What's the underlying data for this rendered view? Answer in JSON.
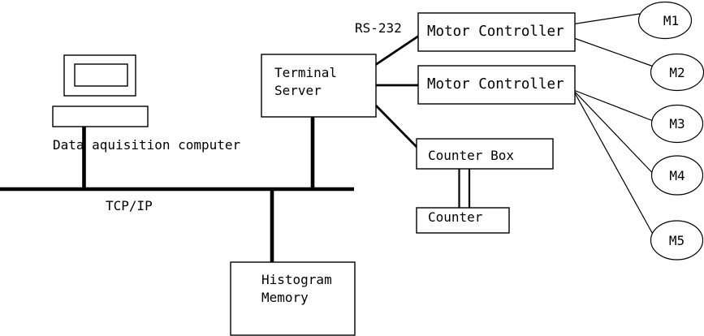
{
  "colors": {
    "stroke": "#000000",
    "background": "#ffffff"
  },
  "labels": {
    "rs232": "RS-232",
    "tcp_ip": "TCP/IP"
  },
  "nodes": {
    "data_acquisition_computer": {
      "label": "Data aquisition computer"
    },
    "terminal_server": {
      "line1": "Terminal",
      "line2": "Server"
    },
    "motor_controller_1": {
      "label": "Motor Controller"
    },
    "motor_controller_2": {
      "label": "Motor Controller"
    },
    "counter_box": {
      "label": "Counter Box"
    },
    "counter": {
      "label": "Counter"
    },
    "histogram_memory": {
      "line1": "Histogram",
      "line2": "Memory"
    },
    "motors": [
      {
        "label": "M1"
      },
      {
        "label": "M2"
      },
      {
        "label": "M3"
      },
      {
        "label": "M4"
      },
      {
        "label": "M5"
      }
    ]
  },
  "edges": [
    {
      "from": "data_acquisition_computer",
      "to": "tcp_ip_bus"
    },
    {
      "from": "terminal_server",
      "to": "tcp_ip_bus"
    },
    {
      "from": "tcp_ip_bus",
      "to": "histogram_memory"
    },
    {
      "from": "terminal_server",
      "to": "motor_controller_1",
      "label": "RS-232"
    },
    {
      "from": "terminal_server",
      "to": "motor_controller_2"
    },
    {
      "from": "terminal_server",
      "to": "counter_box"
    },
    {
      "from": "counter_box",
      "to": "counter",
      "style": "double-line"
    },
    {
      "from": "motor_controller_1",
      "to": "M1"
    },
    {
      "from": "motor_controller_1",
      "to": "M2"
    },
    {
      "from": "motor_controller_2",
      "to": "M3"
    },
    {
      "from": "motor_controller_2",
      "to": "M4"
    },
    {
      "from": "motor_controller_2",
      "to": "M5"
    }
  ]
}
